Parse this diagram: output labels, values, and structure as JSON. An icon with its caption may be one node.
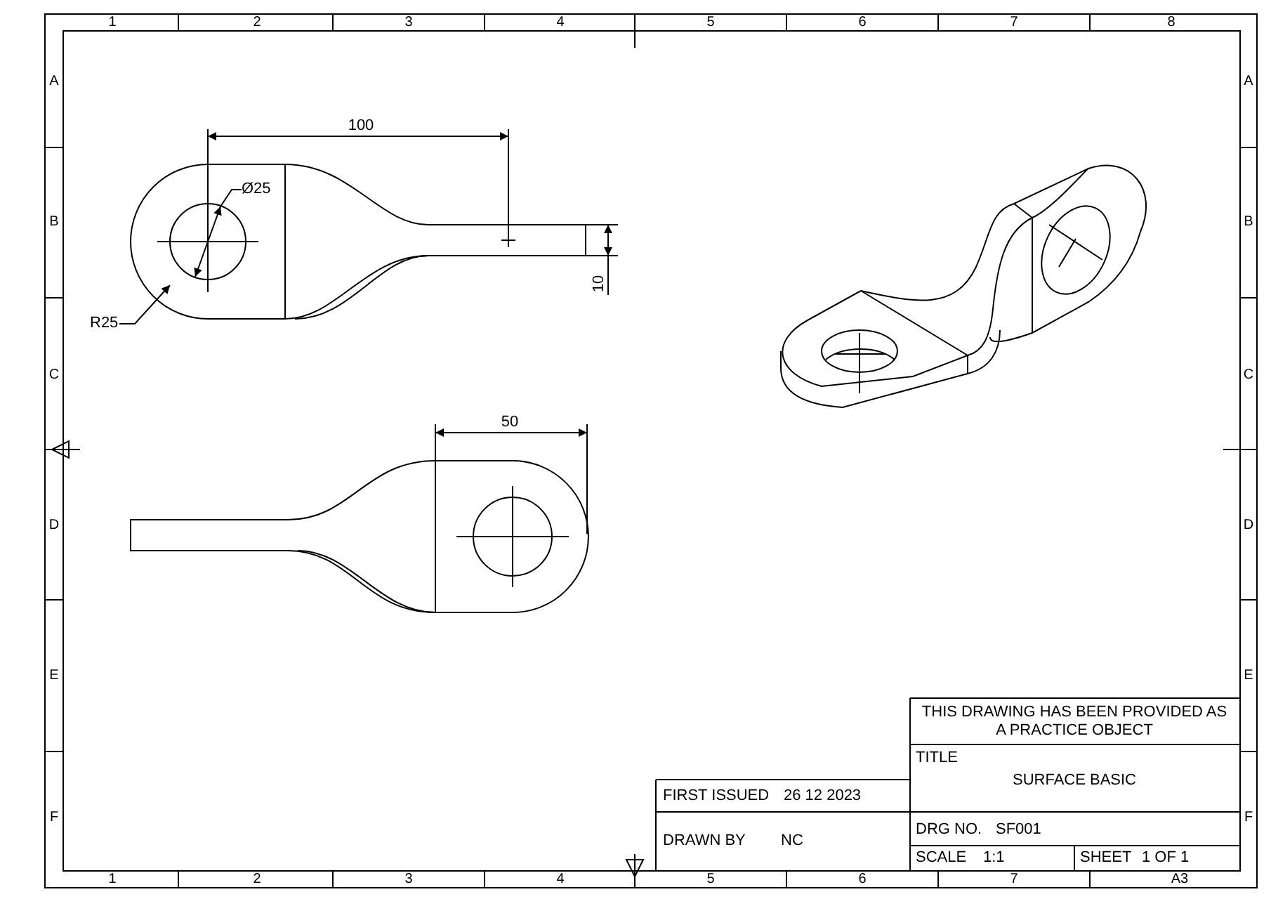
{
  "diagram": {
    "nodes": [
      {
        "text": [],
        "shape": "picture"
      },
      {
        "text": [
          "R25"
        ]
      }
    ],
    "edges": [
      {
        "from": 1,
        "to": 0,
        "arrow": "to"
      }
    ],
    "labels": [
      "1",
      "2",
      "3",
      "4",
      "5",
      "6",
      "7",
      "8",
      "100",
      "Ø25",
      "10",
      "50",
      "A",
      "B",
      "C",
      "D",
      "E",
      "F",
      "A",
      "B",
      "C",
      "D",
      "E",
      "F",
      "THIS DRAWING HAS BEEN PROVIDED AS A PRACTICE OBJECT",
      "TITLE",
      "SURFACE BASIC",
      "FIRST ISSUED",
      "26 12 2023",
      "DRG NO.",
      "SF001",
      "DRAWN BY",
      "NC",
      "SCALE",
      "1:1",
      "SHEET",
      "1 OF 1",
      "1",
      "2",
      "3",
      "4",
      "5",
      "6",
      "7",
      "A3"
    ]
  }
}
